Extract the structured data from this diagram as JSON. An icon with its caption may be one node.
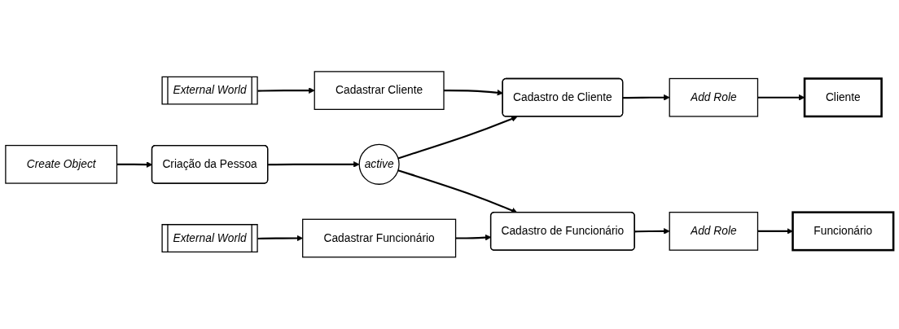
{
  "diagram": {
    "nodes": [
      {
        "text": [
          "Create Object"
        ]
      },
      {
        "text": [
          "Criação da Pessoa"
        ]
      },
      {
        "text": [
          "active"
        ]
      },
      {
        "text": [
          "Cadastro de Cliente"
        ]
      },
      {
        "text": [
          "Cadastrar Cliente"
        ]
      },
      {
        "text": [
          "External World"
        ]
      },
      {
        "text": [
          "External World"
        ]
      },
      {
        "text": [
          "Cadastrar Funcionário"
        ]
      },
      {
        "text": [
          "Cadastro de Funcionário"
        ]
      },
      {
        "text": [
          "Add Role"
        ]
      },
      {
        "text": [
          "Cliente"
        ]
      },
      {
        "text": [
          "Funcionário"
        ]
      },
      {
        "text": [
          "Add Role"
        ]
      }
    ],
    "edges": [
      {
        "from": 0,
        "to": 1,
        "arrow": "to"
      },
      {
        "from": 1,
        "to": 2,
        "arrow": "to"
      },
      {
        "from": 2,
        "to": 3,
        "arrow": "to"
      },
      {
        "from": 4,
        "to": 3,
        "arrow": "to"
      },
      {
        "from": 5,
        "to": 4,
        "arrow": "to"
      },
      {
        "from": 2,
        "to": 8,
        "arrow": "to"
      },
      {
        "from": 6,
        "to": 7,
        "arrow": "to"
      },
      {
        "from": 7,
        "to": 8,
        "arrow": "to"
      },
      {
        "from": 3,
        "to": 9,
        "arrow": "to"
      },
      {
        "from": 9,
        "to": 10,
        "arrow": "to"
      },
      {
        "from": 8,
        "to": 12,
        "arrow": "to"
      },
      {
        "from": 12,
        "to": 11,
        "arrow": "to"
      }
    ]
  }
}
